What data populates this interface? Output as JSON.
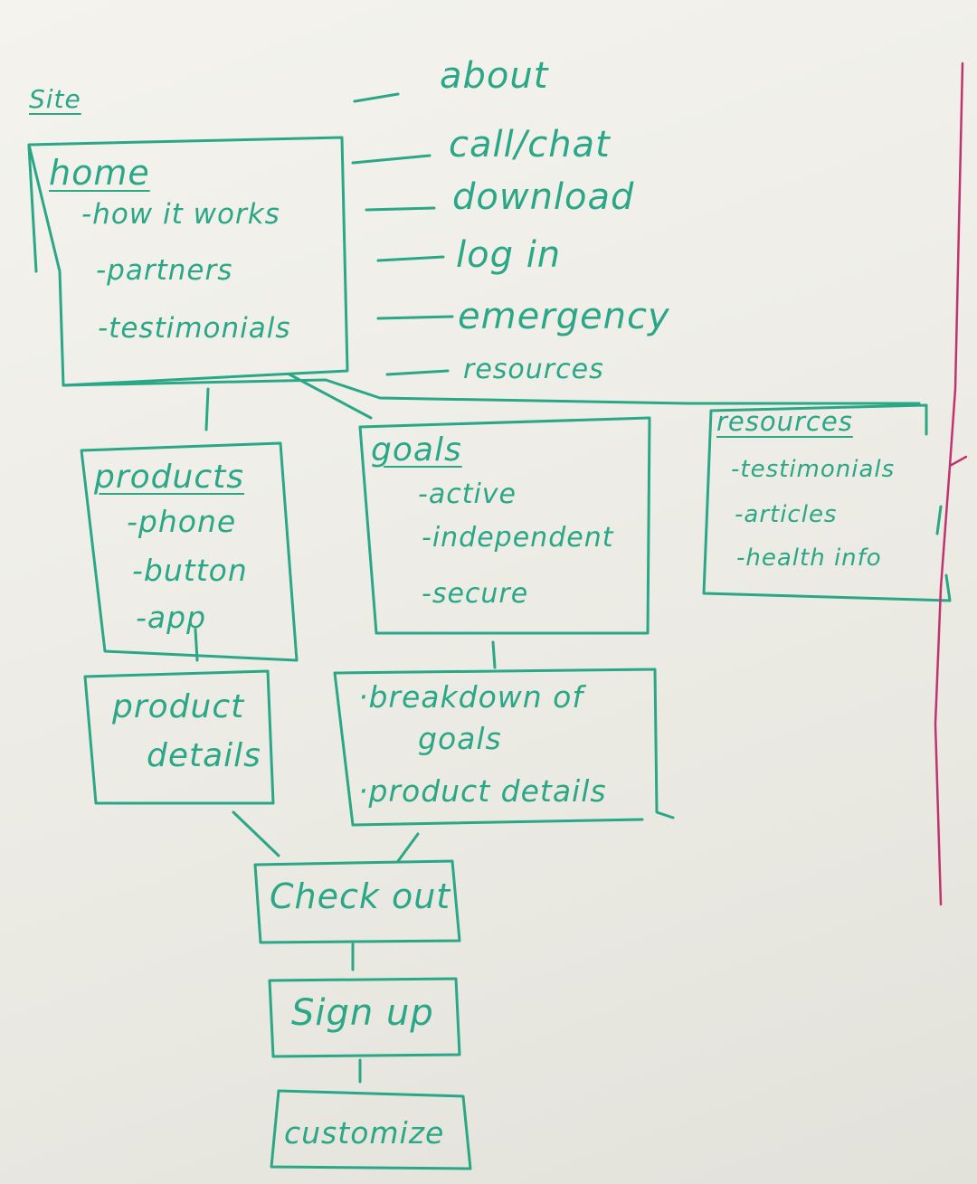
{
  "site_label": "Site",
  "home": {
    "title": "home",
    "items": [
      "-how it works",
      "-partners",
      "-testimonials"
    ]
  },
  "side_links": [
    "about",
    "call/chat",
    "download",
    "log in",
    "emergency",
    "resources"
  ],
  "products": {
    "title": "products",
    "items": [
      "-phone",
      "-button",
      "-app"
    ]
  },
  "goals": {
    "title": "goals",
    "items": [
      "-active",
      "-independent",
      "-secure"
    ]
  },
  "resources": {
    "title": "resources",
    "items": [
      "-testimonials",
      "-articles",
      "-health info"
    ]
  },
  "product_details": {
    "line1": "product",
    "line2": "details"
  },
  "goals_breakdown": {
    "line1": "·breakdown of",
    "line2": "goals",
    "line3": "·product details"
  },
  "check_out": "Check out",
  "sign_up": "Sign up",
  "customize": "customize",
  "colors": {
    "marker_green": "#2aa786",
    "marker_magenta": "#c1336f",
    "board": "#f0efe9"
  }
}
